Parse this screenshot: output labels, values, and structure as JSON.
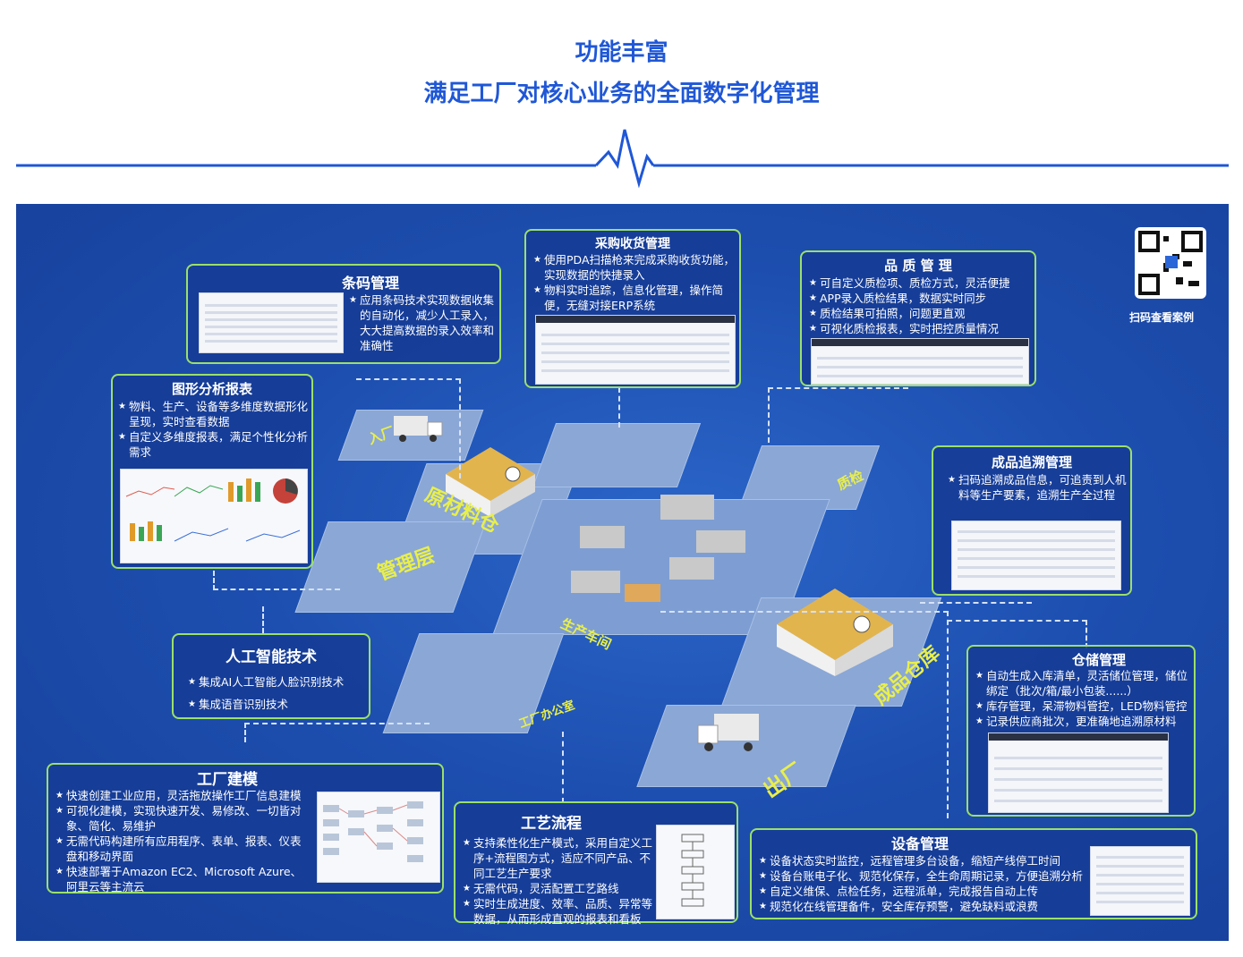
{
  "header": {
    "title": "功能丰富",
    "subtitle": "满足工厂对核心业务的全面数字化管理"
  },
  "qr": {
    "label": "扫码查看案例"
  },
  "areas": {
    "inbound": "入厂",
    "raw_warehouse": "原材料仓",
    "management": "管理层",
    "inspection": "质检",
    "workshop": "生产车间",
    "office": "工厂办公室",
    "finished_warehouse": "成品仓库",
    "outbound": "出厂"
  },
  "modules": {
    "barcode": {
      "title": "条码管理",
      "items": [
        "应用条码技术实现数据收集的自动化，减少人工录入，大大提高数据的录入效率和准确性"
      ]
    },
    "purchase": {
      "title": "采购收货管理",
      "items": [
        "使用PDA扫描枪来完成采购收货功能，实现数据的快捷录入",
        "物料实时追踪，信息化管理，操作简便，无缝对接ERP系统"
      ]
    },
    "quality": {
      "title": "品 质 管 理",
      "items": [
        "可自定义质检项、质检方式，灵活便捷",
        "APP录入质检结果，数据实时同步",
        "质检结果可拍照，问题更直观",
        "可视化质检报表，实时把控质量情况"
      ]
    },
    "charts": {
      "title": "图形分析报表",
      "items": [
        "物料、生产、设备等多维度数据形化呈现，实时查看数据",
        "自定义多维度报表，满足个性化分析需求"
      ]
    },
    "trace": {
      "title": "成品追溯管理",
      "items": [
        "扫码追溯成品信息，可追责到人机料等生产要素，追溯生产全过程"
      ]
    },
    "ai": {
      "title": "人工智能技术",
      "items": [
        "集成AI人工智能人脸识别技术",
        "集成语音识别技术"
      ]
    },
    "storage": {
      "title": "仓储管理",
      "items": [
        "自动生成入库清单，灵活储位管理，储位绑定（批次/箱/最小包装......）",
        "库存管理，呆滞物料管控，LED物料管控",
        "记录供应商批次，更准确地追溯原材料"
      ]
    },
    "modeling": {
      "title": "工厂建模",
      "items": [
        "快速创建工业应用，灵活拖放操作工厂信息建模",
        "可视化建模，实现快速开发、易修改、一切皆对象、简化、易维护",
        "无需代码构建所有应用程序、表单、报表、仪表盘和移动界面",
        "快速部署于Amazon EC2、Microsoft Azure、阿里云等主流云"
      ]
    },
    "process": {
      "title": "工艺流程",
      "items": [
        "支持柔性化生产模式，采用自定义工序+流程图方式，适应不同产品、不同工艺生产要求",
        "无需代码，灵活配置工艺路线",
        "实时生成进度、效率、品质、异常等数据，从而形成直观的报表和看板"
      ]
    },
    "equipment": {
      "title": "设备管理",
      "items": [
        "设备状态实时监控，远程管理多台设备，缩短产线停工时间",
        "设备台账电子化、规范化保存，全生命周期记录，方便追溯分析",
        "自定义维保、点检任务，远程派单，完成报告自动上传",
        "规范化在线管理备件，安全库存预警，避免缺料或浪费"
      ]
    }
  },
  "colors": {
    "accent": "#1f57d6",
    "panel": "#1d4fb0",
    "box_border": "#9be06a",
    "area_label": "#e9ef4a"
  }
}
